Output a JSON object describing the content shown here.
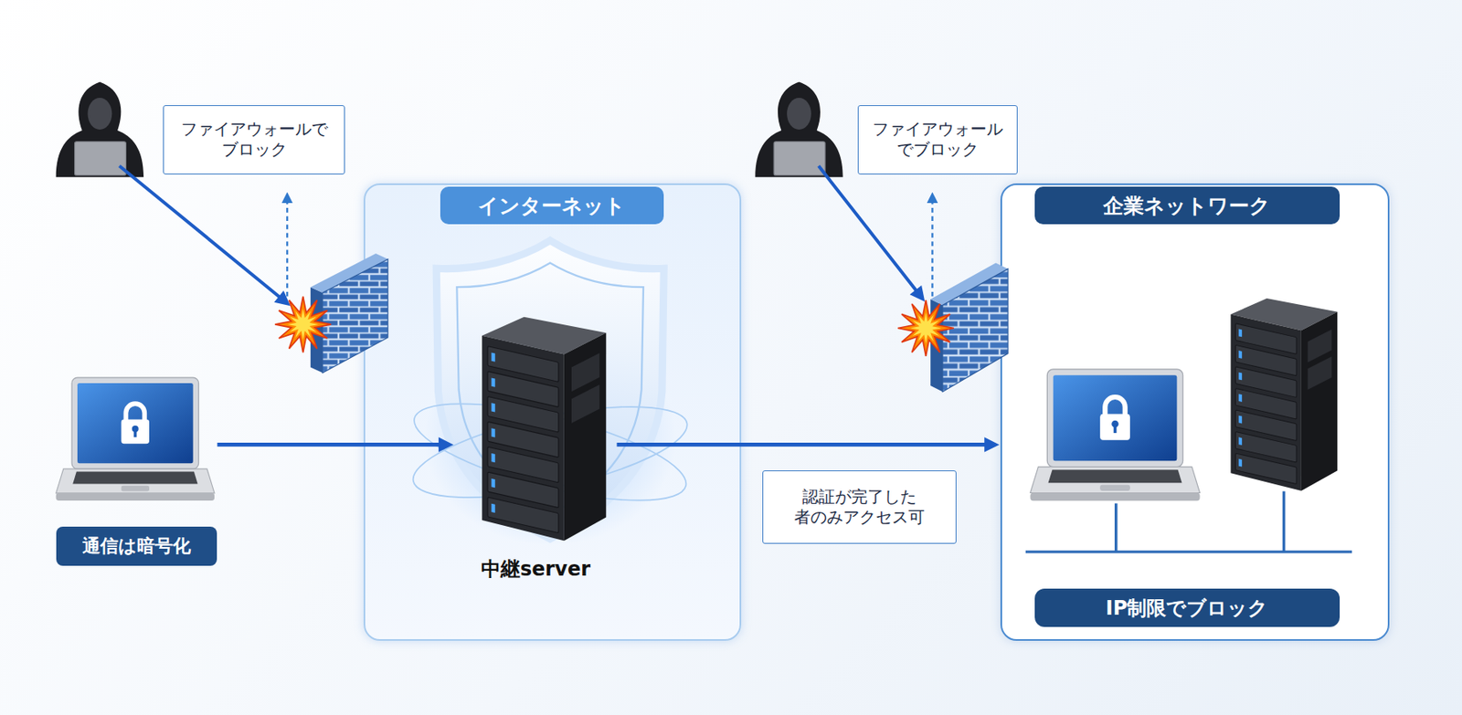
{
  "diagram": {
    "nodes": [
      {
        "text": [
          "ファイアウォールで ブロック"
        ]
      },
      {
        "text": [
          "通信は暗号化"
        ]
      },
      {
        "text": [
          "インターネット"
        ]
      },
      {
        "text": [
          "中継server"
        ],
        "in": 2
      },
      {
        "text": [
          "ファイアウォール でブロック"
        ]
      },
      {
        "text": [
          "企業ネットワーク"
        ]
      },
      {
        "text": [
          "IP制限でブロック"
        ],
        "in": 5
      }
    ],
    "edges": [
      {
        "from": 1,
        "to": 3,
        "arrow": "to"
      },
      {
        "from": 3,
        "to": 5,
        "label": "認証が完了した 者のみアクセス可",
        "arrow": "to"
      }
    ]
  }
}
